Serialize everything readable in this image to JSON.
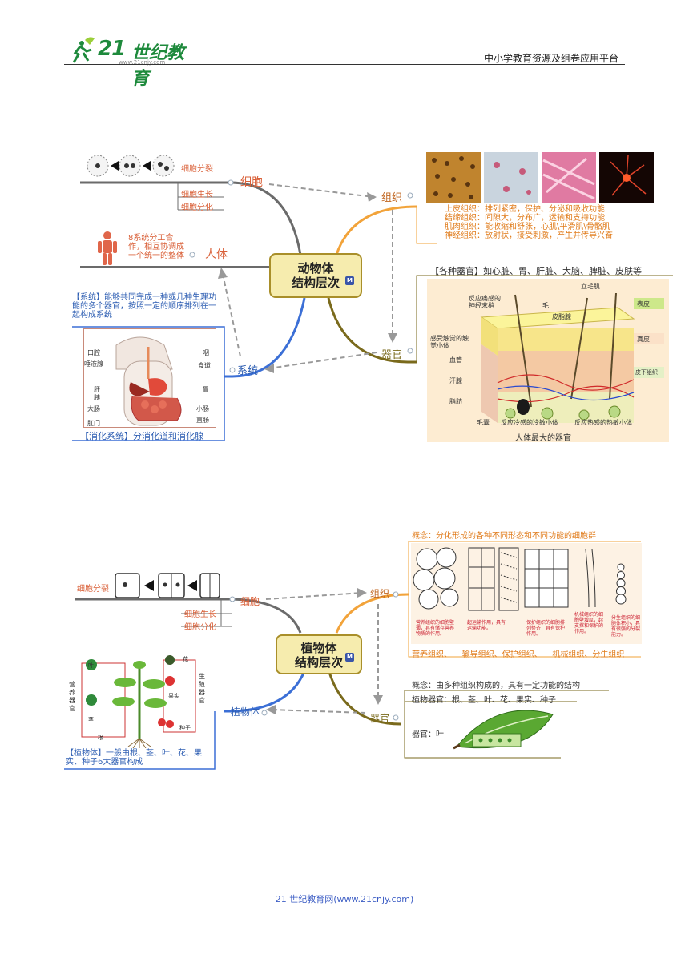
{
  "header": {
    "logo_number": "21",
    "logo_text": "世纪教育",
    "logo_url": "www.21cnjy.com",
    "platform": "中小学教育资源及组卷应用平台"
  },
  "footer": {
    "text": "21 世纪教育网(www.21cnjy.com)"
  },
  "animal": {
    "center": [
      "动物体",
      "结构层次"
    ],
    "badge": "M",
    "cell": {
      "label": "细胞",
      "division": "细胞分裂",
      "growth": "细胞生长",
      "differentiation": "细胞分化"
    },
    "tissue": {
      "label": "组织",
      "lines": [
        "上皮组织：排列紧密，保护、分泌和吸收功能",
        "结缔组织：间隙大，分布广，运输和支持功能",
        "肌肉组织：能收缩和舒张，心肌\\平滑肌\\骨骼肌",
        "神经组织：放射状，接受刺激，产生并传导兴奋"
      ]
    },
    "organ": {
      "label": "器官",
      "intro": "【各种器官】如心脏、胃、肝脏、大脑、脾脏、皮肤等",
      "caption": "人体最大的器官",
      "skin_labels": {
        "capillary": "立毛肌",
        "hair": "毛",
        "sebaceous": "皮脂腺",
        "pain": "反应痛感的神经末梢",
        "touch": "感受触觉的触觉小体",
        "vessel": "血管",
        "sweat": "汗腺",
        "fat": "脂肪",
        "follicle": "毛囊",
        "cold": "反应冷感的冷敏小体",
        "heat": "反应热感的热敏小体",
        "epidermis": "表皮",
        "dermis": "真皮",
        "subcutis": "皮下组织"
      }
    },
    "system": {
      "label": "系统",
      "desc": "【系统】能够共同完成一种或几种生理功能的多个器官，按照一定的顺序排列在一起构成系统",
      "caption": "【消化系统】分消化道和消化腺",
      "digest_labels": {
        "mouth": "口腔",
        "salivary": "唾液腺",
        "pharynx": "咽",
        "esophagus": "食道",
        "liver": "肝",
        "pancreas": "胰",
        "stomach": "胃",
        "large": "大肠",
        "small": "小肠",
        "rectum": "直肠",
        "anus": "肛门"
      }
    },
    "body": {
      "label": "人体",
      "desc": "8系统分工合作，相互协调成一个统一的整体"
    }
  },
  "plant": {
    "center": [
      "植物体",
      "结构层次"
    ],
    "badge": "M",
    "cell": {
      "label": "细胞",
      "division": "细胞分裂",
      "growth": "细胞生长",
      "differentiation": "细胞分化"
    },
    "tissue": {
      "label": "组织",
      "concept": "概念：分化形成的各种不同形态和不同功能的细胞群",
      "names": "营养组织、    输导组织、保护组织、    机械组织、分生组织",
      "notes": [
        "营养组织的细胞壁薄，具有储存营养物质的作用。",
        "起运输作用，具有运输功能。",
        "保护组织的细胞排列整齐，具有保护作用。",
        "机械组织的细胞壁增厚，起支撑和保护的作用。",
        "分生组织的细胞体积小，具有很强的分裂能力。"
      ]
    },
    "organ": {
      "label": "器官",
      "concept": "概念：由多种组织构成的，具有一定功能的结构",
      "list": "植物器官：根、茎、叶、花、果实、种子",
      "example": "器官：叶"
    },
    "body": {
      "label": "植物体",
      "desc": "【植物体】一般由根、茎、叶、花、果实、种子6大器官构成",
      "labels": {
        "nutrient": "营养器官",
        "reproductive": "生殖器官",
        "leaf": "叶",
        "stem": "茎",
        "root": "根",
        "flower": "花",
        "fruit": "果实",
        "seed": "种子"
      }
    }
  },
  "colors": {
    "brand": "#1e8a3c",
    "branch_orange": "#f2a33a",
    "branch_blue": "#3b6fd6",
    "branch_olive": "#7a6a1c",
    "branch_gray": "#6b6b6b",
    "label_red": "#d95f37"
  }
}
